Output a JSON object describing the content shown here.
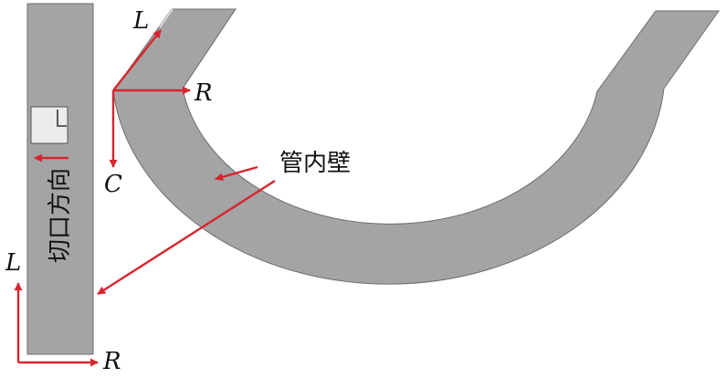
{
  "labels": {
    "strip_length_axis": "L",
    "strip_radial_axis": "R",
    "pipe_length_axis": "L",
    "pipe_radial_axis": "R",
    "pipe_circumferential_axis": "C",
    "inner_wall": "管内壁",
    "cut_direction": "切口方向"
  },
  "colors": {
    "specimen_fill": "#a4a4a4",
    "arrow": "#d6262e",
    "text": "#111111"
  }
}
